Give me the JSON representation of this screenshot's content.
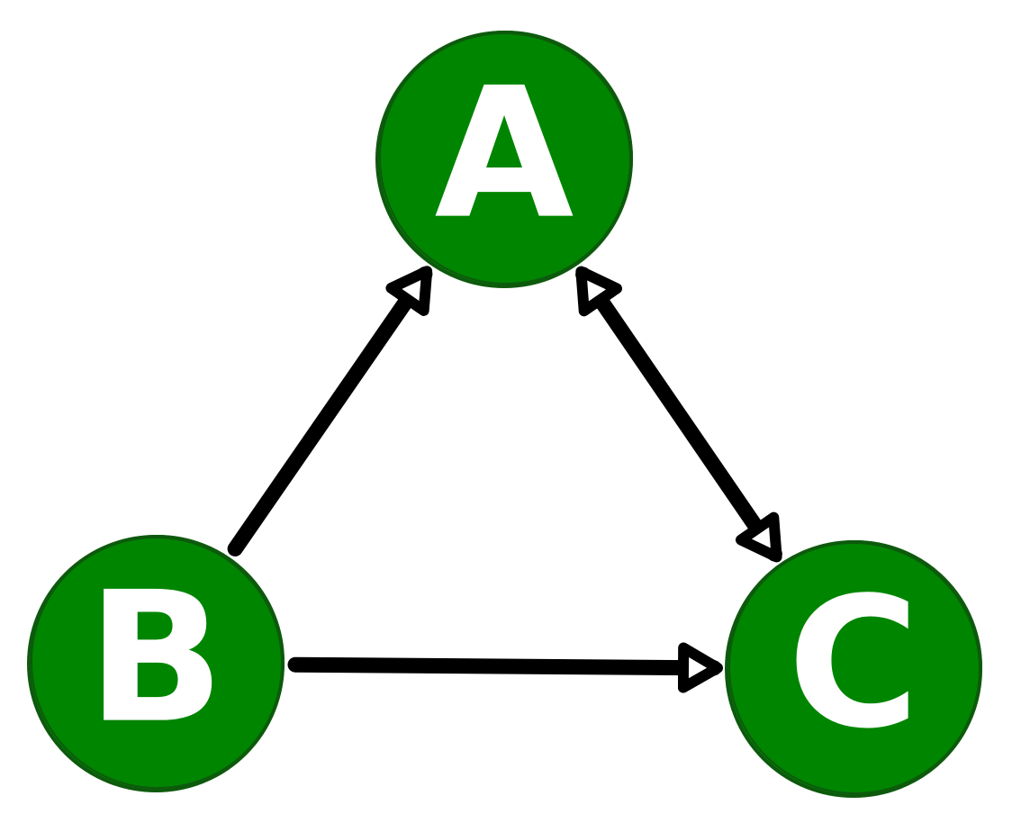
{
  "colors": {
    "node_fill": "#008500",
    "node_stroke": "#0d5a0d",
    "node_text": "#ffffff",
    "edge": "#000000",
    "background": "#ffffff"
  },
  "nodes": [
    {
      "id": "A",
      "label": "A"
    },
    {
      "id": "B",
      "label": "B"
    },
    {
      "id": "C",
      "label": "C"
    }
  ],
  "edges": [
    {
      "from": "B",
      "to": "A",
      "direction": "forward"
    },
    {
      "from": "B",
      "to": "C",
      "direction": "forward"
    },
    {
      "from": "A",
      "to": "C",
      "direction": "both"
    }
  ]
}
